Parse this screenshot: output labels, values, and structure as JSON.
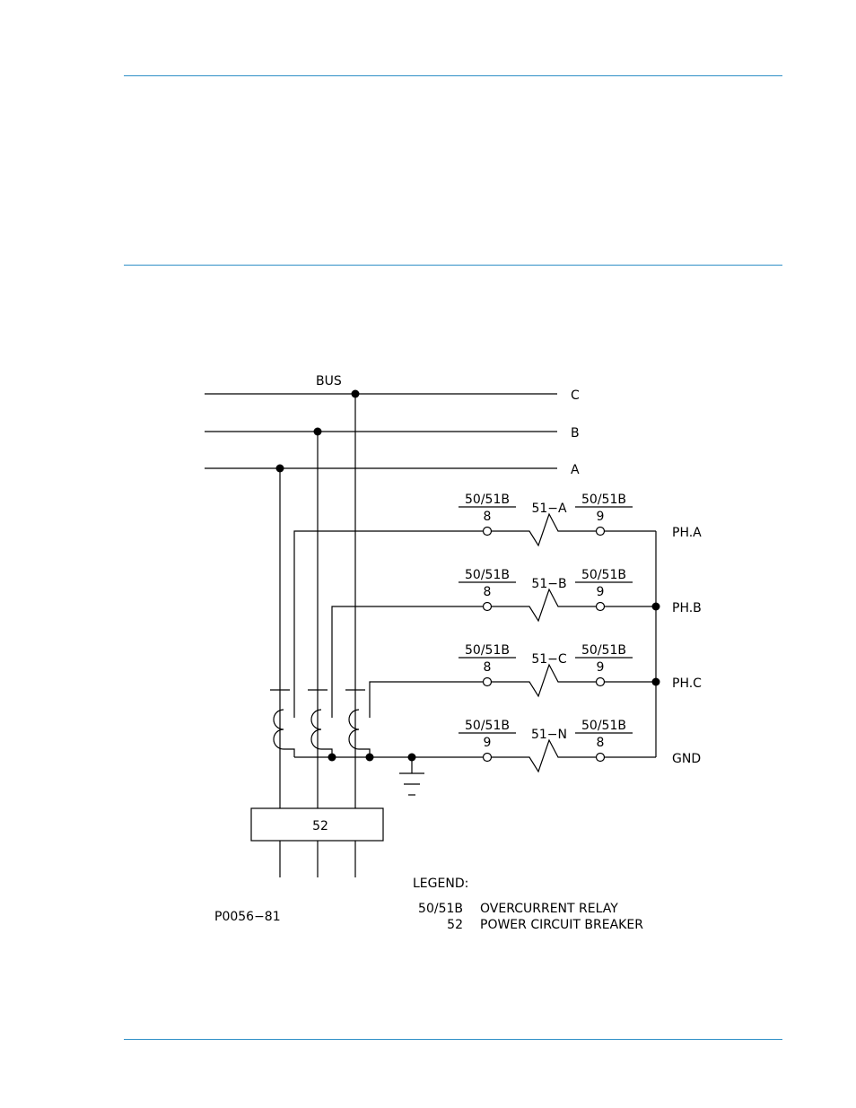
{
  "diagram": {
    "bus_label": "BUS",
    "phases": [
      "C",
      "B",
      "A"
    ],
    "relays": [
      {
        "name": "51−A",
        "left_top": "50/51B",
        "left_bottom": "8",
        "right_top": "50/51B",
        "right_bottom": "9",
        "output": "PH.A"
      },
      {
        "name": "51−B",
        "left_top": "50/51B",
        "left_bottom": "8",
        "right_top": "50/51B",
        "right_bottom": "9",
        "output": "PH.B"
      },
      {
        "name": "51−C",
        "left_top": "50/51B",
        "left_bottom": "8",
        "right_top": "50/51B",
        "right_bottom": "9",
        "output": "PH.C"
      },
      {
        "name": "51−N",
        "left_top": "50/51B",
        "left_bottom": "9",
        "right_top": "50/51B",
        "right_bottom": "8",
        "output": "GND"
      }
    ],
    "breaker_label": "52",
    "drawing_number": "P0056−81",
    "legend": {
      "title": "LEGEND:",
      "items": [
        {
          "code": "50/51B",
          "desc": "OVERCURRENT RELAY"
        },
        {
          "code": "52",
          "desc": "POWER CIRCUIT BREAKER"
        }
      ]
    }
  }
}
